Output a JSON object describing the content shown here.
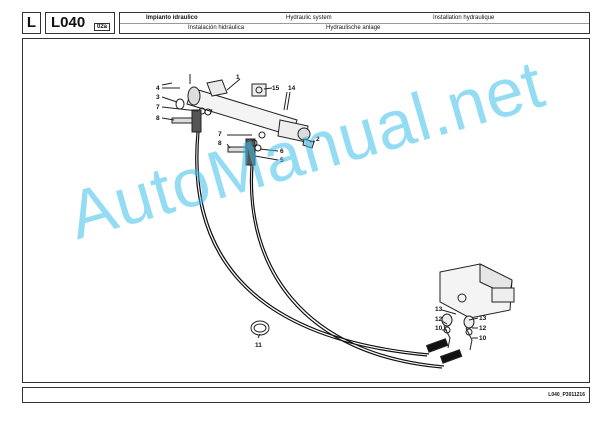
{
  "header": {
    "section_letter": "L",
    "code": "L040",
    "subcode": "02a",
    "titles": {
      "it": "Impianto idraulico",
      "en": "Hydraulic system",
      "fr": "Installation hydraulique",
      "es": "Instalación hidráulica",
      "de": "Hydraulische anlage"
    }
  },
  "diagram": {
    "callouts": [
      "1",
      "2",
      "3",
      "4",
      "5",
      "6",
      "7",
      "7",
      "7",
      "8",
      "8",
      "10",
      "10",
      "11",
      "12",
      "12",
      "13",
      "13",
      "14",
      "15"
    ]
  },
  "footer": {
    "reference": "L040_P3011216"
  },
  "watermark": {
    "text": "AutoManual.net",
    "color": "#3cbeeb"
  }
}
